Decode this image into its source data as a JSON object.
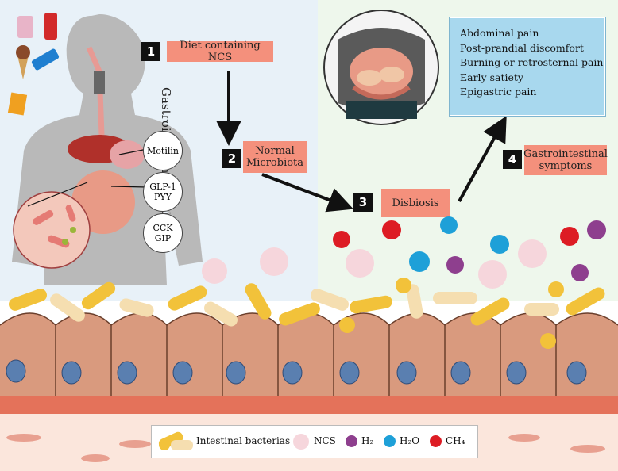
{
  "steps": [
    {
      "number": "1",
      "label": "Diet containing NCS"
    },
    {
      "number": "2",
      "label_line1": "Normal",
      "label_line2": "Microbiota"
    },
    {
      "number": "3",
      "label": "Disbiosis"
    },
    {
      "number": "4",
      "label_line1": "Gastrointestinal",
      "label_line2": "symptoms"
    }
  ],
  "motility_label": "Gastrointestinal motility",
  "hormones": [
    {
      "line1": "Motilin",
      "line2": ""
    },
    {
      "line1": "GLP-1",
      "line2": "PYY"
    },
    {
      "line1": "CCK",
      "line2": "GIP"
    }
  ],
  "symptoms": [
    "Abdominal pain",
    "Post-prandial discomfort",
    "Burning or retrosternal pain",
    "Early satiety",
    "Epigastric pain"
  ],
  "legend": {
    "bacteria": "Intestinal bacterias",
    "ncs": "NCS",
    "h2": "H₂",
    "h2o": "H₂O",
    "ch4": "CH₄"
  },
  "colors": {
    "step_box": "#f4907c",
    "symptom_box": "#a8d8ee",
    "h2": "#8e3f8e",
    "h2o": "#1ea0d8",
    "ch4": "#dd1c24",
    "bacteria": "#f2c23a",
    "cell": "#d99a7e",
    "nucleus": "#5a7fb0"
  }
}
